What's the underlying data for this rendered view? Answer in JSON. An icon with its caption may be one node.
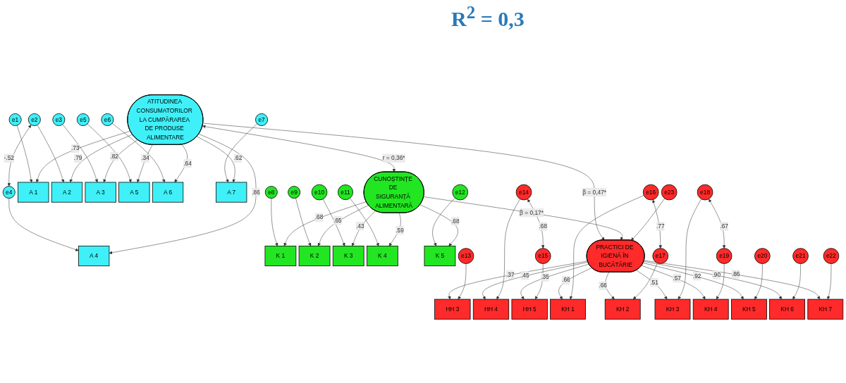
{
  "diagram": {
    "nodes": [
      {
        "text": [
          "e1"
        ]
      },
      {
        "text": [
          "e2"
        ]
      },
      {
        "text": [
          "e3"
        ]
      },
      {
        "text": [
          "e4"
        ]
      },
      {
        "text": [
          "e5"
        ]
      },
      {
        "text": [
          "e6"
        ]
      },
      {
        "text": [
          "e7"
        ]
      },
      {
        "text": [
          "A 1"
        ]
      },
      {
        "text": [
          "A 2"
        ]
      },
      {
        "text": [
          "A 3"
        ]
      },
      {
        "text": [
          "A 4"
        ]
      },
      {
        "text": [
          "A 5"
        ]
      },
      {
        "text": [
          "A 6"
        ]
      },
      {
        "text": [
          "A 7"
        ]
      },
      {
        "text": [
          "ATITUDINEA CONSUMATORILOR LA CUMPĂRAREA DE PRODUSE ALIMENTARE"
        ]
      },
      {
        "text": [
          "e8"
        ]
      },
      {
        "text": [
          "e9"
        ]
      },
      {
        "text": [
          "e10"
        ]
      },
      {
        "text": [
          "e11"
        ]
      },
      {
        "text": [
          "e12"
        ]
      },
      {
        "text": [
          "K 1"
        ]
      },
      {
        "text": [
          "K 2"
        ]
      },
      {
        "text": [
          "K 3"
        ]
      },
      {
        "text": [
          "K 4"
        ]
      },
      {
        "text": [
          "K 5"
        ]
      },
      {
        "text": [
          "CUNOȘTINȚE DE SIGURANȚĂ ALIMENTARĂ"
        ]
      },
      {
        "text": [
          "PRACTICI DE IGIENĂ ÎN BUCĂTĂRIE"
        ]
      },
      {
        "text": [
          "e23"
        ]
      },
      {
        "text": [
          "HH 3"
        ]
      },
      {
        "text": [
          "HH 4"
        ]
      },
      {
        "text": [
          "HH 5"
        ]
      },
      {
        "text": [
          "KH 1"
        ]
      },
      {
        "text": [
          "KH 2"
        ]
      },
      {
        "text": [
          "KH 3"
        ]
      },
      {
        "text": [
          "KH 4"
        ]
      },
      {
        "text": [
          "KH 5"
        ]
      },
      {
        "text": [
          "KH 6"
        ]
      },
      {
        "text": [
          "KH 7"
        ]
      },
      {
        "text": [
          "e13"
        ]
      },
      {
        "text": [
          "e14"
        ]
      },
      {
        "text": [
          "e15"
        ]
      },
      {
        "text": [
          "e16"
        ]
      },
      {
        "text": [
          "e17"
        ]
      },
      {
        "text": [
          "e18"
        ]
      },
      {
        "text": [
          "e19"
        ]
      },
      {
        "text": [
          "e20"
        ]
      },
      {
        "text": [
          "e21"
        ]
      },
      {
        "text": [
          "e22"
        ]
      }
    ],
    "edges": [
      {
        "from": 0,
        "to": 7,
        "arrow": "to"
      },
      {
        "from": 1,
        "to": 8,
        "arrow": "to"
      },
      {
        "from": 2,
        "to": 9,
        "arrow": "to"
      },
      {
        "from": 3,
        "to": 10,
        "arrow": "to"
      },
      {
        "from": 4,
        "to": 11,
        "arrow": "to"
      },
      {
        "from": 5,
        "to": 12,
        "arrow": "to"
      },
      {
        "from": 6,
        "to": 13,
        "arrow": "to"
      },
      {
        "from": 14,
        "to": 7,
        "arrow": "to",
        "label": ".73"
      },
      {
        "from": 14,
        "to": 8,
        "arrow": "to",
        "label": ".79"
      },
      {
        "from": 14,
        "to": 9,
        "arrow": "to",
        "label": ".82"
      },
      {
        "from": 14,
        "to": 10,
        "arrow": "to",
        "label": ".86"
      },
      {
        "from": 14,
        "to": 11,
        "arrow": "to",
        "label": ".34"
      },
      {
        "from": 14,
        "to": 12,
        "arrow": "to",
        "label": ".64"
      },
      {
        "from": 14,
        "to": 13,
        "arrow": "to",
        "label": ".62"
      },
      {
        "from": 1,
        "to": 3,
        "arrow": "both",
        "label": "-.52"
      },
      {
        "from": 15,
        "to": 20,
        "arrow": "to"
      },
      {
        "from": 16,
        "to": 21,
        "arrow": "to"
      },
      {
        "from": 17,
        "to": 22,
        "arrow": "to"
      },
      {
        "from": 18,
        "to": 23,
        "arrow": "to"
      },
      {
        "from": 19,
        "to": 24,
        "arrow": "to"
      },
      {
        "from": 25,
        "to": 20,
        "arrow": "to",
        "label": ".68"
      },
      {
        "from": 25,
        "to": 21,
        "arrow": "to",
        "label": ".65"
      },
      {
        "from": 25,
        "to": 22,
        "arrow": "to",
        "label": ".43"
      },
      {
        "from": 25,
        "to": 23,
        "arrow": "to",
        "label": ".59"
      },
      {
        "from": 25,
        "to": 24,
        "arrow": "to",
        "label": ".68"
      },
      {
        "from": 14,
        "to": 25,
        "arrow": "both",
        "label": "r = 0,36*"
      },
      {
        "from": 14,
        "to": 26,
        "arrow": "to",
        "label": "β = 0,47*"
      },
      {
        "from": 25,
        "to": 26,
        "arrow": "to",
        "label": "β = 0,17*"
      },
      {
        "from": 27,
        "to": 26,
        "arrow": "to"
      },
      {
        "from": 26,
        "to": 28,
        "arrow": "to",
        "label": ".37"
      },
      {
        "from": 26,
        "to": 29,
        "arrow": "to",
        "label": ".45"
      },
      {
        "from": 26,
        "to": 30,
        "arrow": "to",
        "label": ".35"
      },
      {
        "from": 26,
        "to": 31,
        "arrow": "to",
        "label": ".66"
      },
      {
        "from": 26,
        "to": 32,
        "arrow": "to",
        "label": ".66"
      },
      {
        "from": 26,
        "to": 33,
        "arrow": "to",
        "label": ".51"
      },
      {
        "from": 26,
        "to": 34,
        "arrow": "to",
        "label": ".57"
      },
      {
        "from": 26,
        "to": 35,
        "arrow": "to",
        "label": ".92"
      },
      {
        "from": 26,
        "to": 36,
        "arrow": "to",
        "label": ".90"
      },
      {
        "from": 26,
        "to": 37,
        "arrow": "to",
        "label": ".86"
      },
      {
        "from": 38,
        "to": 28,
        "arrow": "to"
      },
      {
        "from": 39,
        "to": 29,
        "arrow": "to"
      },
      {
        "from": 40,
        "to": 30,
        "arrow": "to"
      },
      {
        "from": 41,
        "to": 31,
        "arrow": "to"
      },
      {
        "from": 42,
        "to": 32,
        "arrow": "to"
      },
      {
        "from": 43,
        "to": 33,
        "arrow": "to"
      },
      {
        "from": 44,
        "to": 34,
        "arrow": "to"
      },
      {
        "from": 45,
        "to": 35,
        "arrow": "to"
      },
      {
        "from": 46,
        "to": 36,
        "arrow": "to"
      },
      {
        "from": 47,
        "to": 37,
        "arrow": "to"
      },
      {
        "from": 39,
        "to": 40,
        "arrow": "both",
        "label": ".68"
      },
      {
        "from": 41,
        "to": 42,
        "arrow": "both",
        "label": ".77"
      },
      {
        "from": 43,
        "to": 44,
        "arrow": "both",
        "label": ".67"
      }
    ],
    "labels": [
      "R$^{2}$ = 0,3"
    ]
  }
}
